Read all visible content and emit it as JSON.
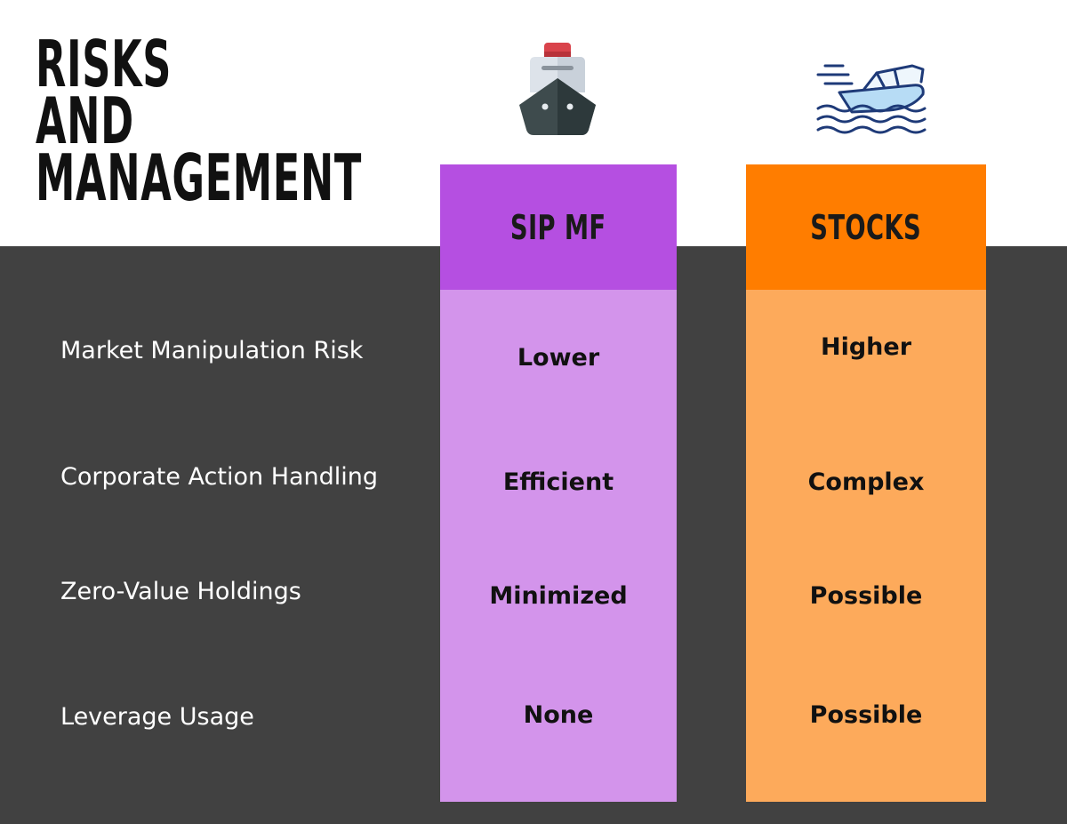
{
  "title": {
    "line1": "RISKS",
    "line2": "AND",
    "line3": "MANAGEMENT"
  },
  "icons": {
    "sip": "ship-icon",
    "stocks": "speedboat-icon"
  },
  "colors": {
    "background_top": "#ffffff",
    "background_dark": "#414141",
    "sip_header": "#b54fe1",
    "sip_body": "#d394eb",
    "stocks_header": "#ff7d00",
    "stocks_body": "#fdaa5b"
  },
  "columns": {
    "sip": {
      "label": "SIP MF"
    },
    "stocks": {
      "label": "STOCKS"
    }
  },
  "rows": [
    {
      "label": "Market Manipulation Risk",
      "sip": "Lower",
      "stocks": "Higher"
    },
    {
      "label": "Corporate Action Handling",
      "sip": "Efficient",
      "stocks": "Complex"
    },
    {
      "label": "Zero-Value Holdings",
      "sip": "Minimized",
      "stocks": "Possible"
    },
    {
      "label": "Leverage Usage",
      "sip": "None",
      "stocks": "Possible"
    }
  ]
}
